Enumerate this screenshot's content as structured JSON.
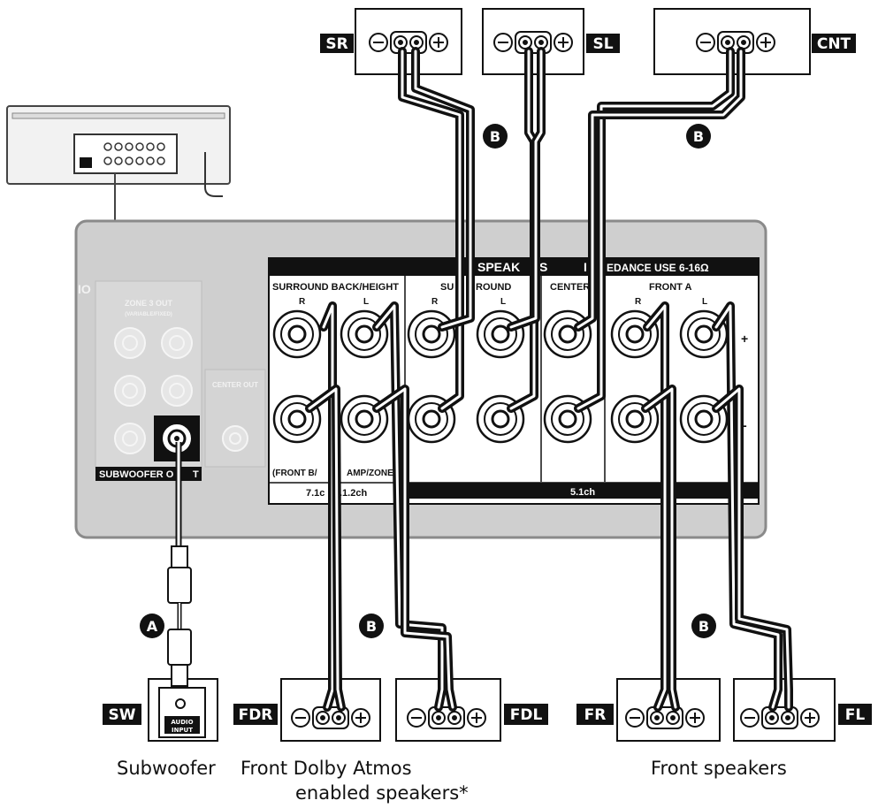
{
  "speakers_top": [
    {
      "id": "SR",
      "label": "SR"
    },
    {
      "id": "SL",
      "label": "SL"
    },
    {
      "id": "CNT",
      "label": "CNT"
    }
  ],
  "speakers_bottom": [
    {
      "id": "FDR",
      "label": "FDR"
    },
    {
      "id": "FDL",
      "label": "FDL"
    },
    {
      "id": "FR",
      "label": "FR"
    },
    {
      "id": "FL",
      "label": "FL"
    }
  ],
  "subwoofer": {
    "label": "SW",
    "input_line1": "AUDIO",
    "input_line2": "INPUT"
  },
  "cable_markers": {
    "a": "A",
    "b": "B"
  },
  "terminal_panel": {
    "header_left": "SPEAK",
    "header_mid": "S",
    "header_right": "I",
    "header_impedance": "EDANCE USE 6-16Ω",
    "col_surround_back": "SURROUND BACK/HEIGHT",
    "col_surround": "SU",
    "col_surround_2": "ROUND",
    "col_center": "CENTER",
    "col_front_a": "FRONT A",
    "r": "R",
    "l": "L",
    "plus": "+",
    "minus": "-",
    "footer_note": "(FRONT B/",
    "footer_note_2": "AMP/ZONE",
    "footer_7ch": "7.1c",
    "footer_7ch_2": ".1.2ch",
    "footer_5ch": "5.1ch"
  },
  "grey_panel": {
    "edge_label": "IO",
    "zone_out": "ZONE 3 OUT",
    "zone_sub": "(VARIABLE/FIXED)",
    "center_out": "CENTER OUT",
    "subwoofer_out_left": "SUBWOOFER O",
    "subwoofer_out_right": "T"
  },
  "captions": {
    "subwoofer": "Subwoofer",
    "front_dolby_line1": "Front Dolby Atmos",
    "front_dolby_line2": "enabled speakers*",
    "front_speakers": "Front speakers"
  }
}
